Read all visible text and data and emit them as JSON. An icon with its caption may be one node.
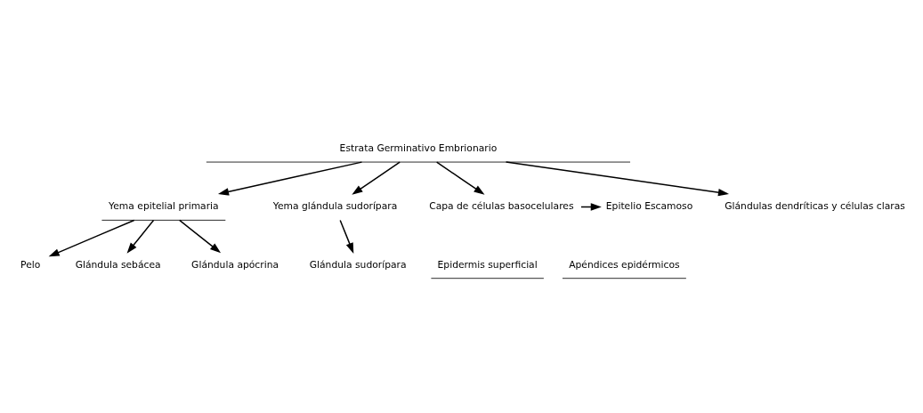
{
  "diagram": {
    "nodes": [
      {
        "text": [
          "Estrata Germinativo Embrionario"
        ]
      },
      {
        "text": [
          "Yema epitelial primaria"
        ]
      },
      {
        "text": [
          "Yema glándula sudorípara"
        ]
      },
      {
        "text": [
          "Capa de células basocelulares"
        ]
      },
      {
        "text": [
          "Epitelio Escamoso"
        ]
      },
      {
        "text": [
          "Pelo"
        ]
      },
      {
        "text": [
          "Glándula sebácea"
        ]
      },
      {
        "text": [
          "Glándula apócrina"
        ]
      },
      {
        "text": [
          "Glándula sudorípara"
        ]
      },
      {
        "text": [
          "Glándulas dendríticas y células claras"
        ]
      }
    ],
    "edges": [
      {
        "from": 0,
        "to": 3,
        "arrow": "to"
      },
      {
        "from": 0,
        "to": 1,
        "arrow": "to"
      },
      {
        "from": 0,
        "to": 2,
        "arrow": "to"
      },
      {
        "from": 0,
        "to": 9,
        "arrow": "to"
      },
      {
        "from": 3,
        "to": 4,
        "arrow": "to"
      },
      {
        "from": 1,
        "to": 5,
        "arrow": "to"
      },
      {
        "from": 1,
        "to": 6,
        "arrow": "to"
      },
      {
        "from": 1,
        "to": 7,
        "arrow": "to"
      },
      {
        "from": 2,
        "to": 8,
        "arrow": "to"
      }
    ],
    "labels": [
      "Epidermis superficial",
      "Apéndices epidérmicos"
    ]
  }
}
